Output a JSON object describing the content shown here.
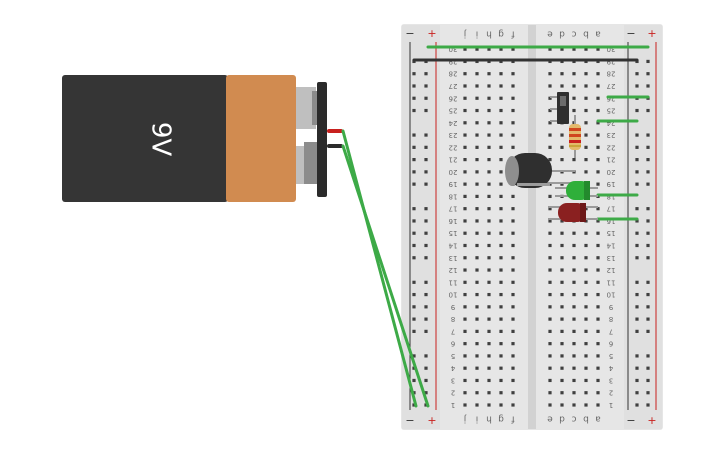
{
  "battery": {
    "label": "9V"
  },
  "breadboard": {
    "rows": 30,
    "columns_left": [
      "j",
      "i",
      "h",
      "g",
      "f"
    ],
    "columns_right": [
      "e",
      "d",
      "c",
      "b",
      "a"
    ],
    "minus_sign": "−",
    "plus_sign": "+"
  },
  "colors": {
    "battery_body": "#353535",
    "battery_cap": "#D18B50",
    "board": "#E6E6E6",
    "wire": "#3DAA47",
    "rail_red": "#C8201E",
    "rail_dark": "#333333",
    "led_green": "#2FAF3A",
    "led_red": "#8A2020"
  }
}
